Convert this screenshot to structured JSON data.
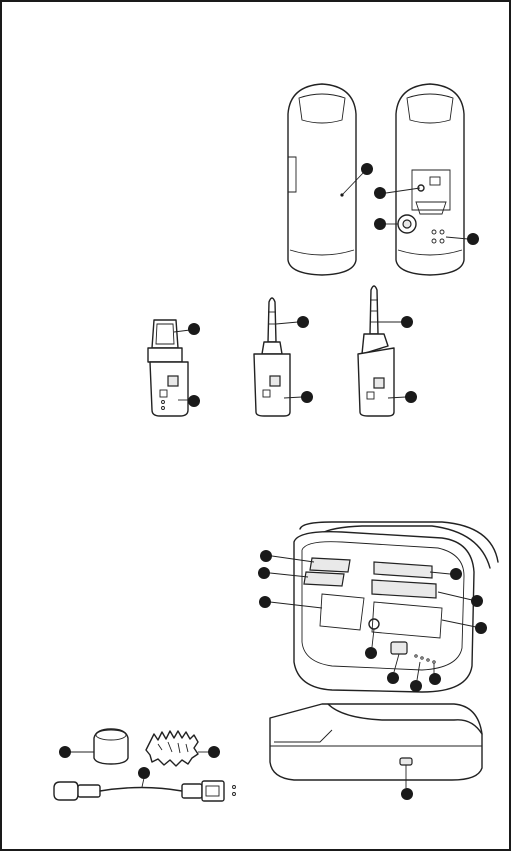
{
  "colors": {
    "line": "#222222",
    "callout": "#1a1a1a",
    "page": "#ffffff",
    "shade": "#e9e9e9"
  },
  "illustrations": [
    {
      "name": "transmitter-front"
    },
    {
      "name": "transmitter-back"
    },
    {
      "name": "usb-c-adapter"
    },
    {
      "name": "trs-3-5mm-adapter"
    },
    {
      "name": "trrs-3-5mm-adapter"
    },
    {
      "name": "charging-case-open"
    },
    {
      "name": "foam-windscreen"
    },
    {
      "name": "fur-windscreen"
    },
    {
      "name": "usb-c-charging-cable"
    },
    {
      "name": "charging-case-closed"
    }
  ]
}
